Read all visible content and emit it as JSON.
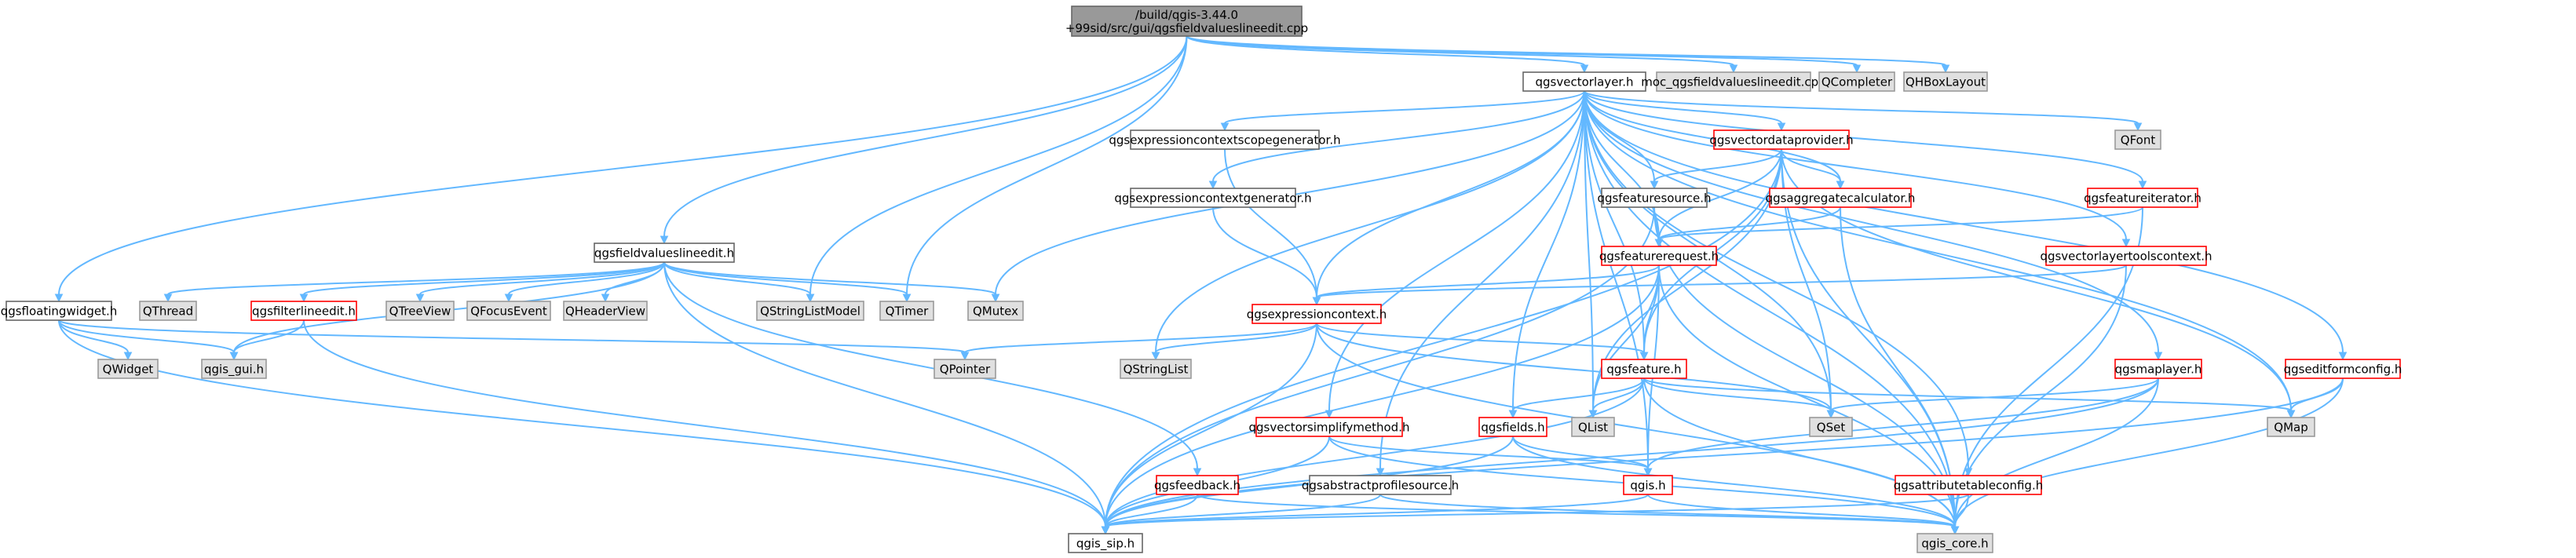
{
  "title_lines": [
    "/build/qgis-3.44.0",
    "+99sid/src/gui/qgsfieldvalueslineedit.cpp"
  ],
  "colors": {
    "root_fill": "#999999",
    "normal_border": "#666666",
    "red_border": "#ff0000",
    "gray_fill": "#e0e0e0",
    "edge": "#63b8ff"
  },
  "nodes": [
    {
      "id": "root",
      "label": "/build/qgis-3.44.0\n+99sid/src/gui/qgsfieldvalueslineedit.cpp",
      "kind": "root"
    },
    {
      "id": "qgsvectorlayer",
      "label": "qgsvectorlayer.h",
      "kind": "normal"
    },
    {
      "id": "moc",
      "label": "moc_qgsfieldvalueslineedit.cpp",
      "kind": "gray"
    },
    {
      "id": "QCompleter",
      "label": "QCompleter",
      "kind": "gray"
    },
    {
      "id": "QHBoxLayout",
      "label": "QHBoxLayout",
      "kind": "gray"
    },
    {
      "id": "qgsexprscopegen",
      "label": "qgsexpressioncontextscopegenerator.h",
      "kind": "normal"
    },
    {
      "id": "qgsvectordataprovider",
      "label": "qgsvectordataprovider.h",
      "kind": "red"
    },
    {
      "id": "QFont",
      "label": "QFont",
      "kind": "gray"
    },
    {
      "id": "qgsexprgen",
      "label": "qgsexpressioncontextgenerator.h",
      "kind": "normal"
    },
    {
      "id": "qgsfeaturesource",
      "label": "qgsfeaturesource.h",
      "kind": "normal"
    },
    {
      "id": "qgsaggregatecalculator",
      "label": "qgsaggregatecalculator.h",
      "kind": "red"
    },
    {
      "id": "qgsfeatureiterator",
      "label": "qgsfeatureiterator.h",
      "kind": "red"
    },
    {
      "id": "qgsfieldvalueslineedit",
      "label": "qgsfieldvalueslineedit.h",
      "kind": "normal"
    },
    {
      "id": "qgsfeaturerequest",
      "label": "qgsfeaturerequest.h",
      "kind": "red"
    },
    {
      "id": "qgsvectorlayertoolscontext",
      "label": "qgsvectorlayertoolscontext.h",
      "kind": "red"
    },
    {
      "id": "qgsfloatingwidget",
      "label": "qgsfloatingwidget.h",
      "kind": "normal"
    },
    {
      "id": "QThread",
      "label": "QThread",
      "kind": "gray"
    },
    {
      "id": "qgsfilterlineedit",
      "label": "qgsfilterlineedit.h",
      "kind": "red"
    },
    {
      "id": "QTreeView",
      "label": "QTreeView",
      "kind": "gray"
    },
    {
      "id": "QFocusEvent",
      "label": "QFocusEvent",
      "kind": "gray"
    },
    {
      "id": "QHeaderView",
      "label": "QHeaderView",
      "kind": "gray"
    },
    {
      "id": "QStringListModel",
      "label": "QStringListModel",
      "kind": "gray"
    },
    {
      "id": "QTimer",
      "label": "QTimer",
      "kind": "gray"
    },
    {
      "id": "QMutex",
      "label": "QMutex",
      "kind": "gray"
    },
    {
      "id": "qgsexpressioncontext",
      "label": "qgsexpressioncontext.h",
      "kind": "red"
    },
    {
      "id": "QWidget",
      "label": "QWidget",
      "kind": "gray"
    },
    {
      "id": "qgis_gui",
      "label": "qgis_gui.h",
      "kind": "gray"
    },
    {
      "id": "QPointer",
      "label": "QPointer",
      "kind": "gray"
    },
    {
      "id": "QStringList",
      "label": "QStringList",
      "kind": "gray"
    },
    {
      "id": "qgsfeature",
      "label": "qgsfeature.h",
      "kind": "red"
    },
    {
      "id": "qgsmaplayer",
      "label": "qgsmaplayer.h",
      "kind": "red"
    },
    {
      "id": "qgseditformconfig",
      "label": "qgseditformconfig.h",
      "kind": "red"
    },
    {
      "id": "qgsvectorsimplifymethod",
      "label": "qgsvectorsimplifymethod.h",
      "kind": "red"
    },
    {
      "id": "qgsfields",
      "label": "qgsfields.h",
      "kind": "red"
    },
    {
      "id": "QList",
      "label": "QList",
      "kind": "gray"
    },
    {
      "id": "QSet",
      "label": "QSet",
      "kind": "gray"
    },
    {
      "id": "QMap",
      "label": "QMap",
      "kind": "gray"
    },
    {
      "id": "qgsfeedback",
      "label": "qgsfeedback.h",
      "kind": "red"
    },
    {
      "id": "qgsabstractprofilesource",
      "label": "qgsabstractprofilesource.h",
      "kind": "normal"
    },
    {
      "id": "qgis",
      "label": "qgis.h",
      "kind": "red"
    },
    {
      "id": "qgsattributetableconfig",
      "label": "qgsattributetableconfig.h",
      "kind": "red"
    },
    {
      "id": "qgis_sip",
      "label": "qgis_sip.h",
      "kind": "normal"
    },
    {
      "id": "qgis_core",
      "label": "qgis_core.h",
      "kind": "gray"
    }
  ],
  "edges": [
    [
      "root",
      "qgsvectorlayer"
    ],
    [
      "root",
      "moc"
    ],
    [
      "root",
      "QCompleter"
    ],
    [
      "root",
      "QHBoxLayout"
    ],
    [
      "root",
      "qgsfieldvalueslineedit"
    ],
    [
      "root",
      "qgsfloatingwidget"
    ],
    [
      "root",
      "QStringListModel"
    ],
    [
      "root",
      "QTimer"
    ],
    [
      "qgsvectorlayer",
      "qgsexprscopegen"
    ],
    [
      "qgsvectorlayer",
      "qgsvectordataprovider"
    ],
    [
      "qgsvectorlayer",
      "QFont"
    ],
    [
      "qgsvectorlayer",
      "qgsexprgen"
    ],
    [
      "qgsvectorlayer",
      "qgsfeaturesource"
    ],
    [
      "qgsvectorlayer",
      "qgsaggregatecalculator"
    ],
    [
      "qgsvectorlayer",
      "qgsfeatureiterator"
    ],
    [
      "qgsvectorlayer",
      "qgsfeaturerequest"
    ],
    [
      "qgsvectorlayer",
      "qgsvectorlayertoolscontext"
    ],
    [
      "qgsvectorlayer",
      "QMutex"
    ],
    [
      "qgsvectorlayer",
      "qgsexpressioncontext"
    ],
    [
      "qgsvectorlayer",
      "QStringList"
    ],
    [
      "qgsvectorlayer",
      "qgsfeature"
    ],
    [
      "qgsvectorlayer",
      "qgsmaplayer"
    ],
    [
      "qgsvectorlayer",
      "qgseditformconfig"
    ],
    [
      "qgsvectorlayer",
      "qgsvectorsimplifymethod"
    ],
    [
      "qgsvectorlayer",
      "qgsfields"
    ],
    [
      "qgsvectorlayer",
      "QList"
    ],
    [
      "qgsvectorlayer",
      "QSet"
    ],
    [
      "qgsvectorlayer",
      "QMap"
    ],
    [
      "qgsvectorlayer",
      "qgsabstractprofilesource"
    ],
    [
      "qgsvectorlayer",
      "qgis"
    ],
    [
      "qgsvectorlayer",
      "qgsattributetableconfig"
    ],
    [
      "qgsvectorlayer",
      "qgis_core"
    ],
    [
      "qgsexprscopegen",
      "qgsexpressioncontext"
    ],
    [
      "qgsexprgen",
      "qgsexpressioncontext"
    ],
    [
      "qgsvectordataprovider",
      "qgsfeaturesource"
    ],
    [
      "qgsvectordataprovider",
      "qgsaggregatecalculator"
    ],
    [
      "qgsvectordataprovider",
      "qgsfeaturerequest"
    ],
    [
      "qgsvectordataprovider",
      "qgsfeature"
    ],
    [
      "qgsvectordataprovider",
      "QList"
    ],
    [
      "qgsvectordataprovider",
      "QSet"
    ],
    [
      "qgsvectordataprovider",
      "QMap"
    ],
    [
      "qgsvectordataprovider",
      "qgis_sip"
    ],
    [
      "qgsvectordataprovider",
      "qgis_core"
    ],
    [
      "qgsfeaturesource",
      "qgsfeaturerequest"
    ],
    [
      "qgsfeaturesource",
      "qgis_sip"
    ],
    [
      "qgsfeaturesource",
      "qgis_core"
    ],
    [
      "qgsaggregatecalculator",
      "qgsfeaturerequest"
    ],
    [
      "qgsaggregatecalculator",
      "qgis_core"
    ],
    [
      "qgsfeatureiterator",
      "qgsfeaturerequest"
    ],
    [
      "qgsfeatureiterator",
      "qgis_core"
    ],
    [
      "qgsvectorlayertoolscontext",
      "qgsexpressioncontext"
    ],
    [
      "qgsvectorlayertoolscontext",
      "qgis_core"
    ],
    [
      "qgsfeaturerequest",
      "qgsexpressioncontext"
    ],
    [
      "qgsfeaturerequest",
      "qgsfeature"
    ],
    [
      "qgsfeaturerequest",
      "QList"
    ],
    [
      "qgsfeaturerequest",
      "qgis"
    ],
    [
      "qgsfeaturerequest",
      "qgis_sip"
    ],
    [
      "qgsfeaturerequest",
      "qgis_core"
    ],
    [
      "qgsfieldvalueslineedit",
      "QThread"
    ],
    [
      "qgsfieldvalueslineedit",
      "qgsfilterlineedit"
    ],
    [
      "qgsfieldvalueslineedit",
      "QTreeView"
    ],
    [
      "qgsfieldvalueslineedit",
      "QFocusEvent"
    ],
    [
      "qgsfieldvalueslineedit",
      "QHeaderView"
    ],
    [
      "qgsfieldvalueslineedit",
      "QStringListModel"
    ],
    [
      "qgsfieldvalueslineedit",
      "QTimer"
    ],
    [
      "qgsfieldvalueslineedit",
      "QMutex"
    ],
    [
      "qgsfieldvalueslineedit",
      "qgis_gui"
    ],
    [
      "qgsfieldvalueslineedit",
      "qgsfeedback"
    ],
    [
      "qgsfieldvalueslineedit",
      "qgis_sip"
    ],
    [
      "qgsfloatingwidget",
      "QWidget"
    ],
    [
      "qgsfloatingwidget",
      "qgis_gui"
    ],
    [
      "qgsfloatingwidget",
      "QPointer"
    ],
    [
      "qgsfloatingwidget",
      "qgis_sip"
    ],
    [
      "qgsfilterlineedit",
      "qgis_gui"
    ],
    [
      "qgsfilterlineedit",
      "qgis_sip"
    ],
    [
      "qgsexpressioncontext",
      "QPointer"
    ],
    [
      "qgsexpressioncontext",
      "QStringList"
    ],
    [
      "qgsexpressioncontext",
      "qgsfeature"
    ],
    [
      "qgsexpressioncontext",
      "QSet"
    ],
    [
      "qgsexpressioncontext",
      "qgis_sip"
    ],
    [
      "qgsexpressioncontext",
      "qgis_core"
    ],
    [
      "qgsfeature",
      "qgsfields"
    ],
    [
      "qgsfeature",
      "QList"
    ],
    [
      "qgsfeature",
      "QSet"
    ],
    [
      "qgsfeature",
      "QMap"
    ],
    [
      "qgsfeature",
      "qgis_sip"
    ],
    [
      "qgsfeature",
      "qgis_core"
    ],
    [
      "qgsmaplayer",
      "QSet"
    ],
    [
      "qgsmaplayer",
      "qgis"
    ],
    [
      "qgsmaplayer",
      "qgis_sip"
    ],
    [
      "qgsmaplayer",
      "qgis_core"
    ],
    [
      "qgseditformconfig",
      "QMap"
    ],
    [
      "qgseditformconfig",
      "qgis_core"
    ],
    [
      "qgseditformconfig",
      "qgis_sip"
    ],
    [
      "qgsvectorsimplifymethod",
      "qgis"
    ],
    [
      "qgsvectorsimplifymethod",
      "qgis_sip"
    ],
    [
      "qgsvectorsimplifymethod",
      "qgis_core"
    ],
    [
      "qgsfields",
      "qgis"
    ],
    [
      "qgsfields",
      "qgis_sip"
    ],
    [
      "qgsfields",
      "qgis_core"
    ],
    [
      "qgsfeedback",
      "qgis_sip"
    ],
    [
      "qgsfeedback",
      "qgis_core"
    ],
    [
      "qgsabstractprofilesource",
      "qgis_sip"
    ],
    [
      "qgsabstractprofilesource",
      "qgis_core"
    ],
    [
      "qgis",
      "qgis_sip"
    ],
    [
      "qgis",
      "qgis_core"
    ],
    [
      "qgsattributetableconfig",
      "qgis_sip"
    ],
    [
      "qgsattributetableconfig",
      "qgis_core"
    ]
  ]
}
